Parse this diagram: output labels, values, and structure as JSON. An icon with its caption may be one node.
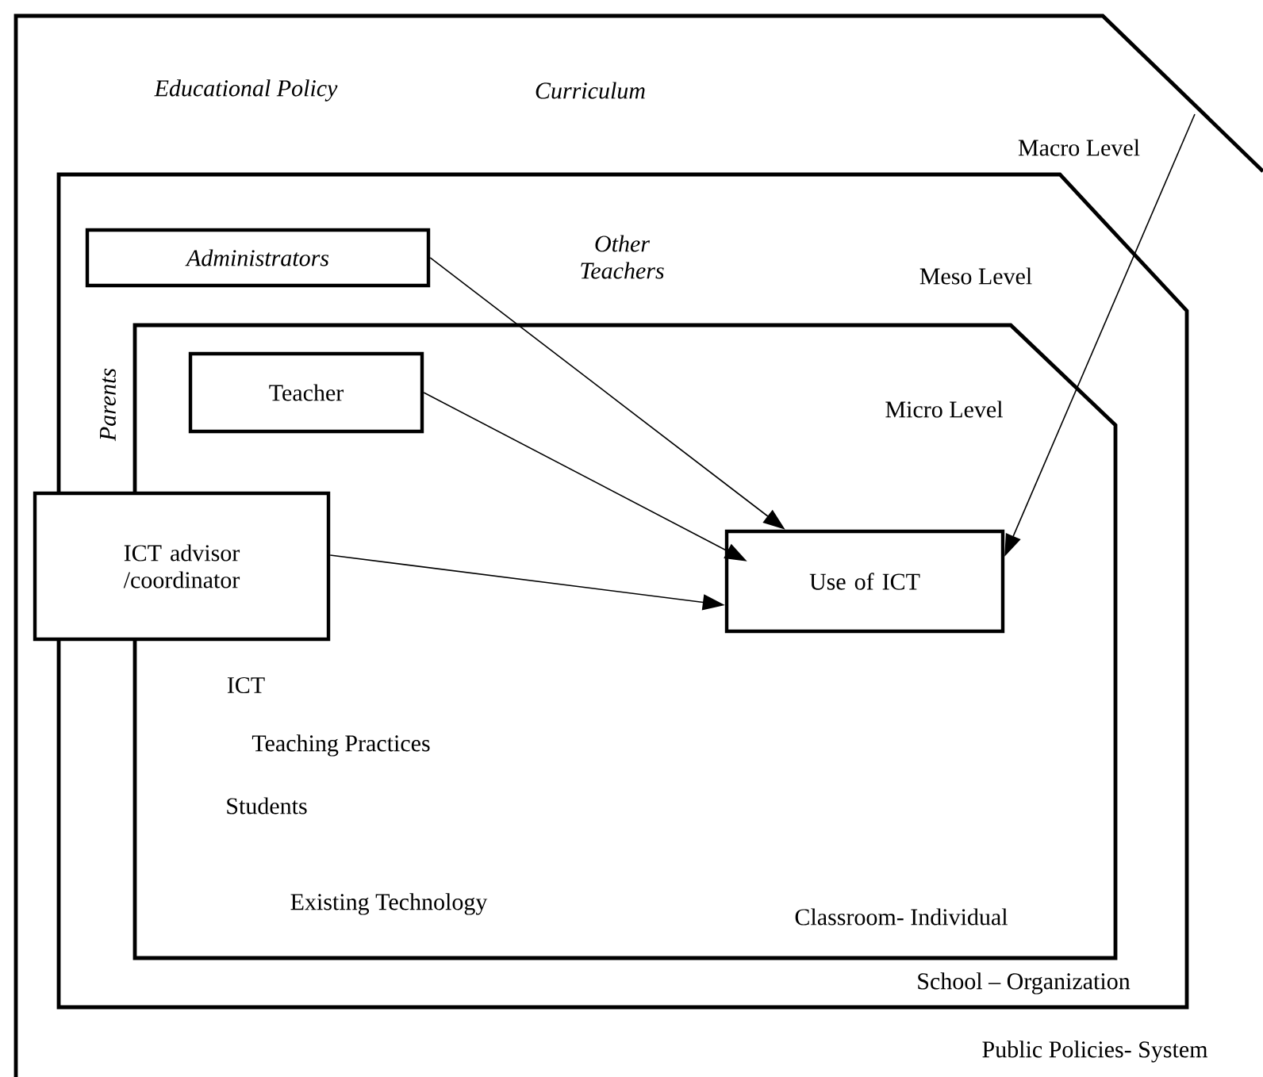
{
  "diagram": {
    "nodes": [
      {
        "text": [
          "Educational Policy",
          "Curriculum",
          "Macro Level",
          "Public Policies- System"
        ]
      },
      {
        "text": [
          "Other Teachers",
          "Meso Level",
          "Parents",
          "School – Organization"
        ],
        "in": 0
      },
      {
        "text": [
          "Administrators"
        ],
        "in": 1
      },
      {
        "text": [
          "Micro Level",
          "ICT",
          "Teaching Practices",
          "Students",
          "Existing Technology",
          "Classroom- Individual"
        ],
        "in": 1
      },
      {
        "text": [
          "Teacher"
        ],
        "in": 3
      },
      {
        "text": [
          "ICT advisor /coordinator"
        ],
        "in": 0
      },
      {
        "text": [
          "Use of ICT"
        ],
        "in": 3
      }
    ],
    "edges": [
      {
        "from": 0,
        "to": 6,
        "arrow": "to"
      },
      {
        "from": 2,
        "to": 6,
        "arrow": "to"
      },
      {
        "from": 4,
        "to": 6,
        "arrow": "to"
      },
      {
        "from": 5,
        "to": 6,
        "arrow": "to"
      }
    ]
  }
}
